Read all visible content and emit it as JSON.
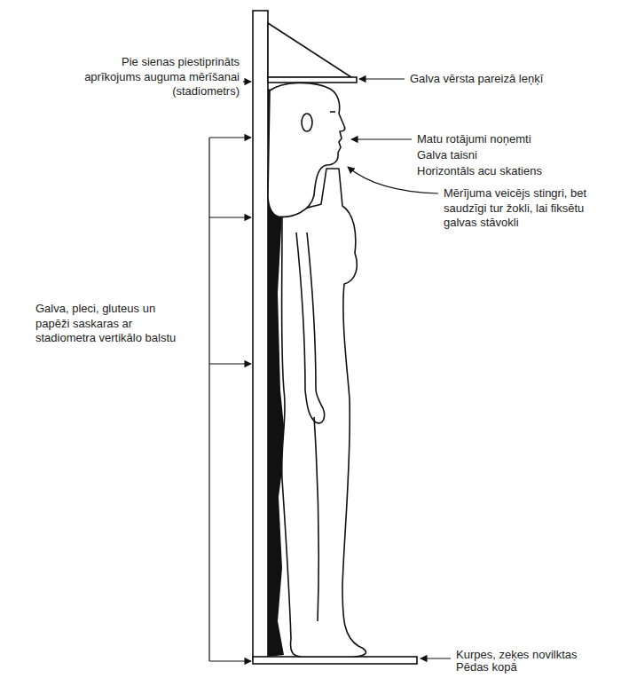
{
  "diagram": {
    "labels": [
      "Pie sienas piestiprināts aprīkojums auguma mērīšanai (stadiometrs)",
      "Galva vērsta pareizā leņķī",
      "Matu rotājumi noņemti",
      "Galva taisni",
      "Horizontāls acu skatiens",
      "Mērījuma veicējs stingri, bet saudzīgi tur žokli, lai fiksētu galvas stāvokli",
      "Galva, pleci, gluteus un papēži saskaras ar stadiometra vertikālo balstu",
      "Kurpes, zeķes novilktas",
      "Pēdas kopā"
    ]
  }
}
